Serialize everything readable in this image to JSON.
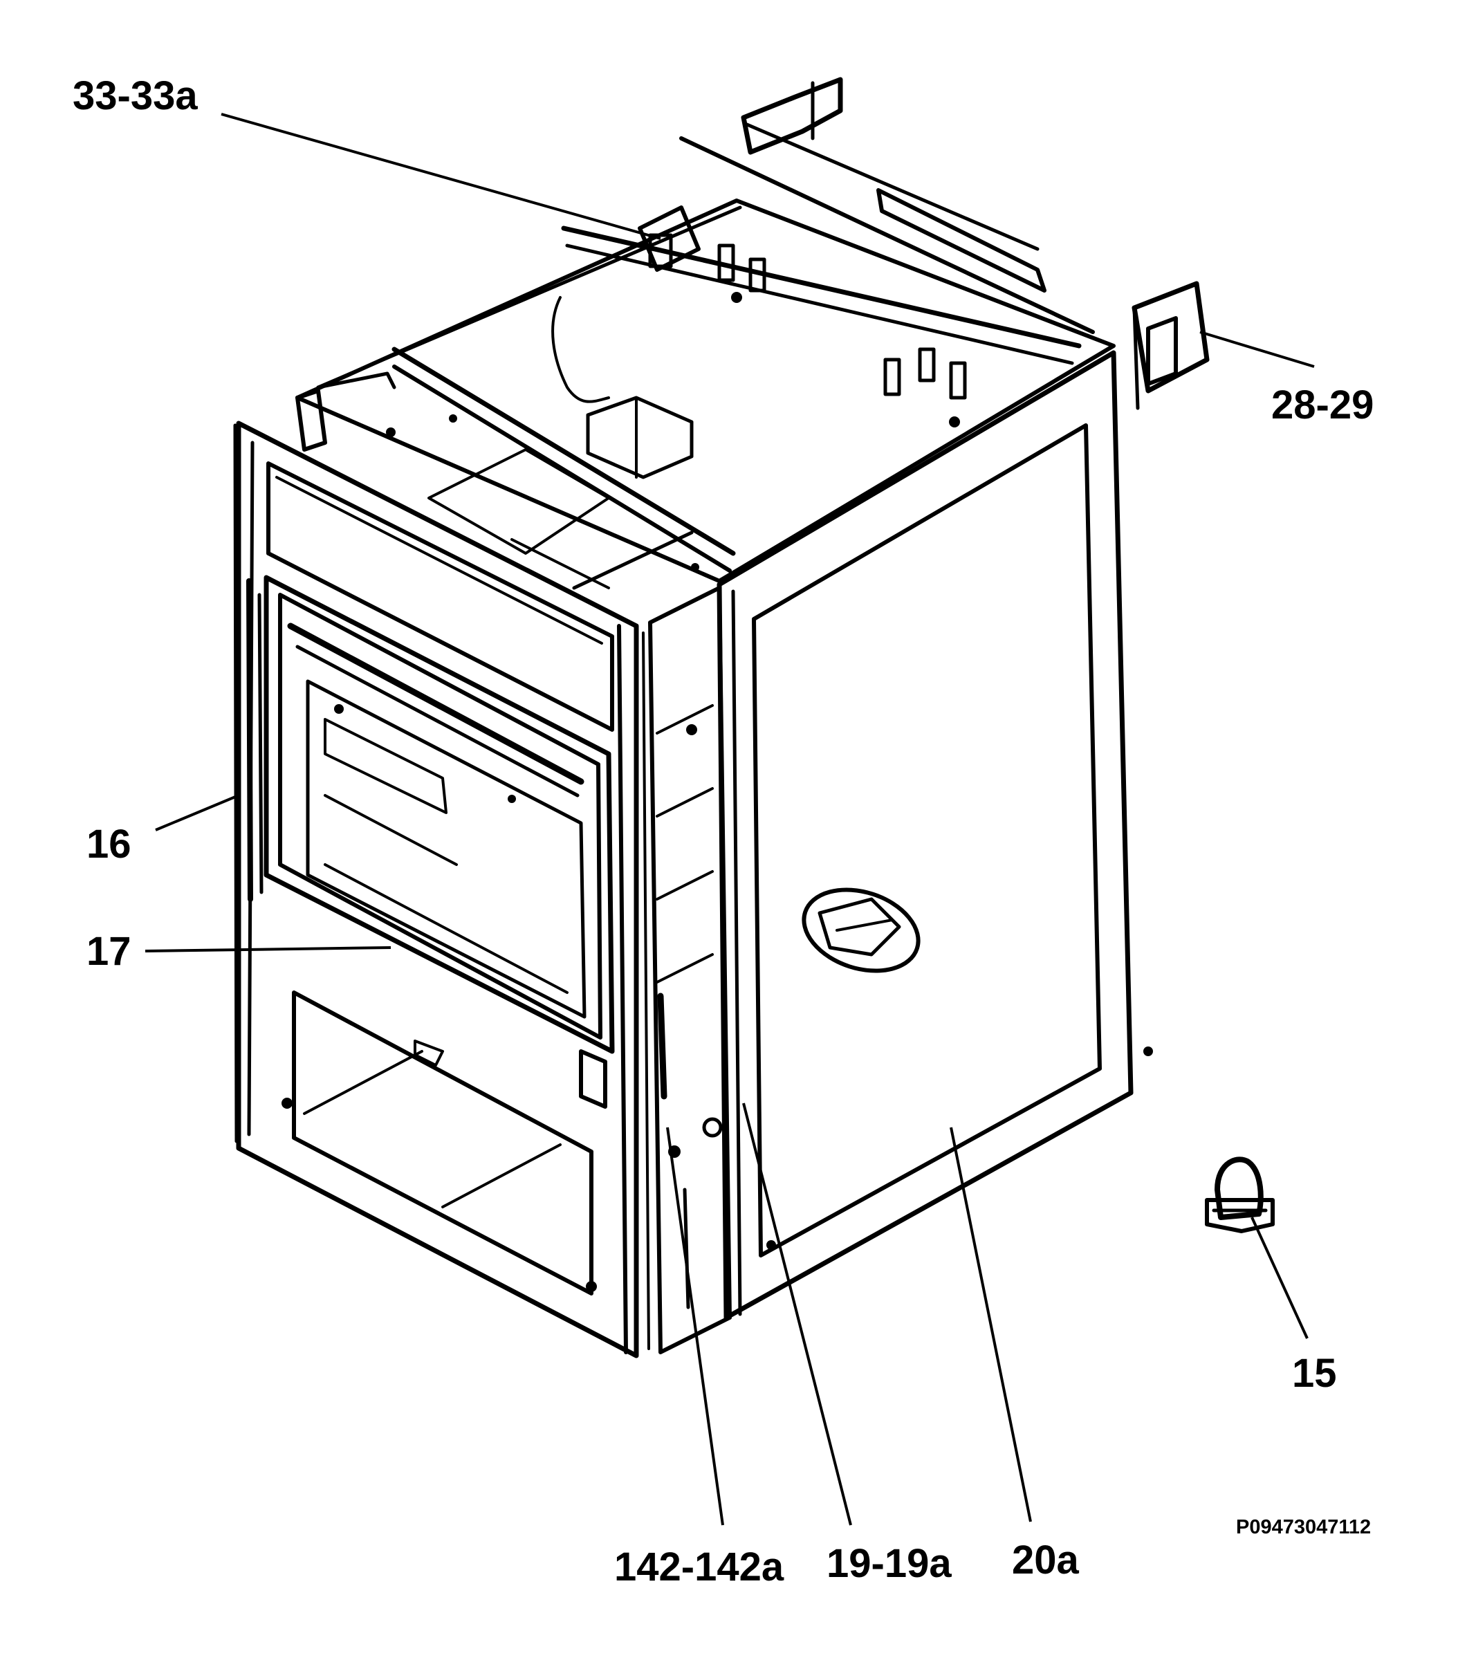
{
  "labels": {
    "part_33_33a": "33-33a",
    "part_28_29": "28-29",
    "part_16": "16",
    "part_17": "17",
    "part_15": "15",
    "part_142_142a": "142-142a",
    "part_19_19a": "19-19a",
    "part_20a": "20a"
  },
  "reference_code": "P09473047112",
  "colors": {
    "ink": "#000000",
    "paper": "#ffffff"
  }
}
